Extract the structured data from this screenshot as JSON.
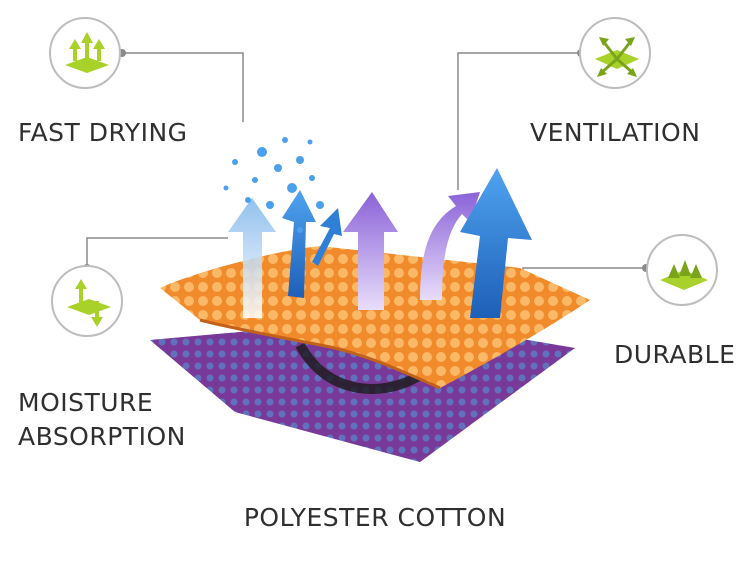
{
  "features": {
    "fast_drying": {
      "label": "FAST DRYING",
      "icon": "fast-drying-icon"
    },
    "ventilation": {
      "label": "VENTILATION",
      "icon": "ventilation-icon"
    },
    "moisture_absorption": {
      "label_line1": "MOISTURE",
      "label_line2": "ABSORPTION",
      "icon": "moisture-absorption-icon"
    },
    "durable": {
      "label": "DURABLE",
      "icon": "durable-icon"
    }
  },
  "material": {
    "label": "POLYESTER COTTON"
  },
  "colors": {
    "icon_green": "#a8d12a",
    "top_layer": "#f39a3a",
    "bottom_layer": "#6a3fa8",
    "arrow_blue": "#2f7fd6",
    "arrow_purple": "#9a78e0",
    "connector": "#8a8a8a"
  }
}
